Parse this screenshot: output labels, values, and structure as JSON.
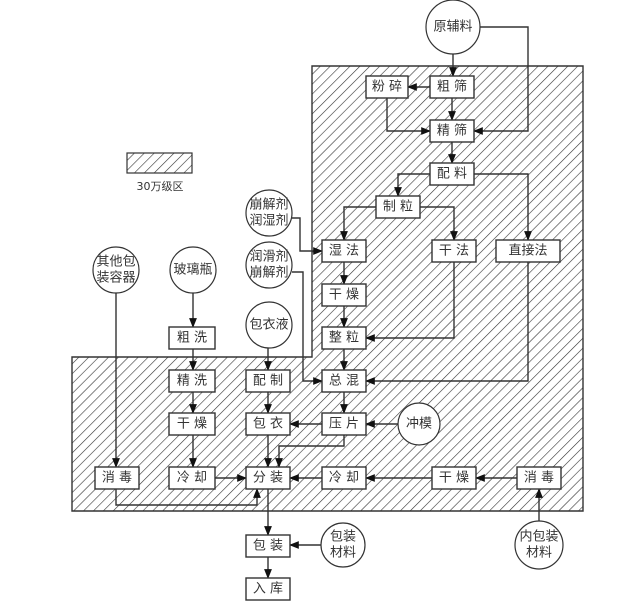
{
  "legend": {
    "label": "30万级区"
  },
  "colors": {
    "stroke": "#333333",
    "background": "#ffffff",
    "hatch": "#333333"
  },
  "boxes": {
    "fensui": "粉 碎",
    "cushai": "粗 筛",
    "jingshai": "精 筛",
    "peiliao": "配 料",
    "zhili": "制 粒",
    "shifa": "湿 法",
    "ganfa": "干 法",
    "zhijiefa": "直接法",
    "ganzao_mid": "干 燥",
    "zhengli": "整 粒",
    "zonghun": "总 混",
    "yapian": "压 片",
    "cuxi": "粗 洗",
    "jingxi": "精 洗",
    "peizhi": "配 制",
    "ganzao_left": "干 燥",
    "baoyi": "包 衣",
    "xiaodu_left": "消 毒",
    "lengque_left": "冷 却",
    "fenzhuang": "分 装",
    "lengque_right": "冷 却",
    "ganzao_right": "干 燥",
    "xiaodu_right": "消 毒",
    "baozhuang": "包 装",
    "ruku": "入 库"
  },
  "circles": {
    "yuanfuliao": [
      "原辅料"
    ],
    "bengjie_runshi": [
      "崩解剂",
      "润湿剂"
    ],
    "runhua_bengjie": [
      "润滑剂",
      "崩解剂"
    ],
    "baoyiye": [
      "包衣液"
    ],
    "bolipin": [
      "玻璃瓶"
    ],
    "qita_baozhuang": [
      "其他包",
      "装容器"
    ],
    "chongmo": [
      "冲模"
    ],
    "baozhuang_cailiao": [
      "包装",
      "材料"
    ],
    "nei_baozhuang_cailiao": [
      "内包装",
      "材料"
    ]
  }
}
